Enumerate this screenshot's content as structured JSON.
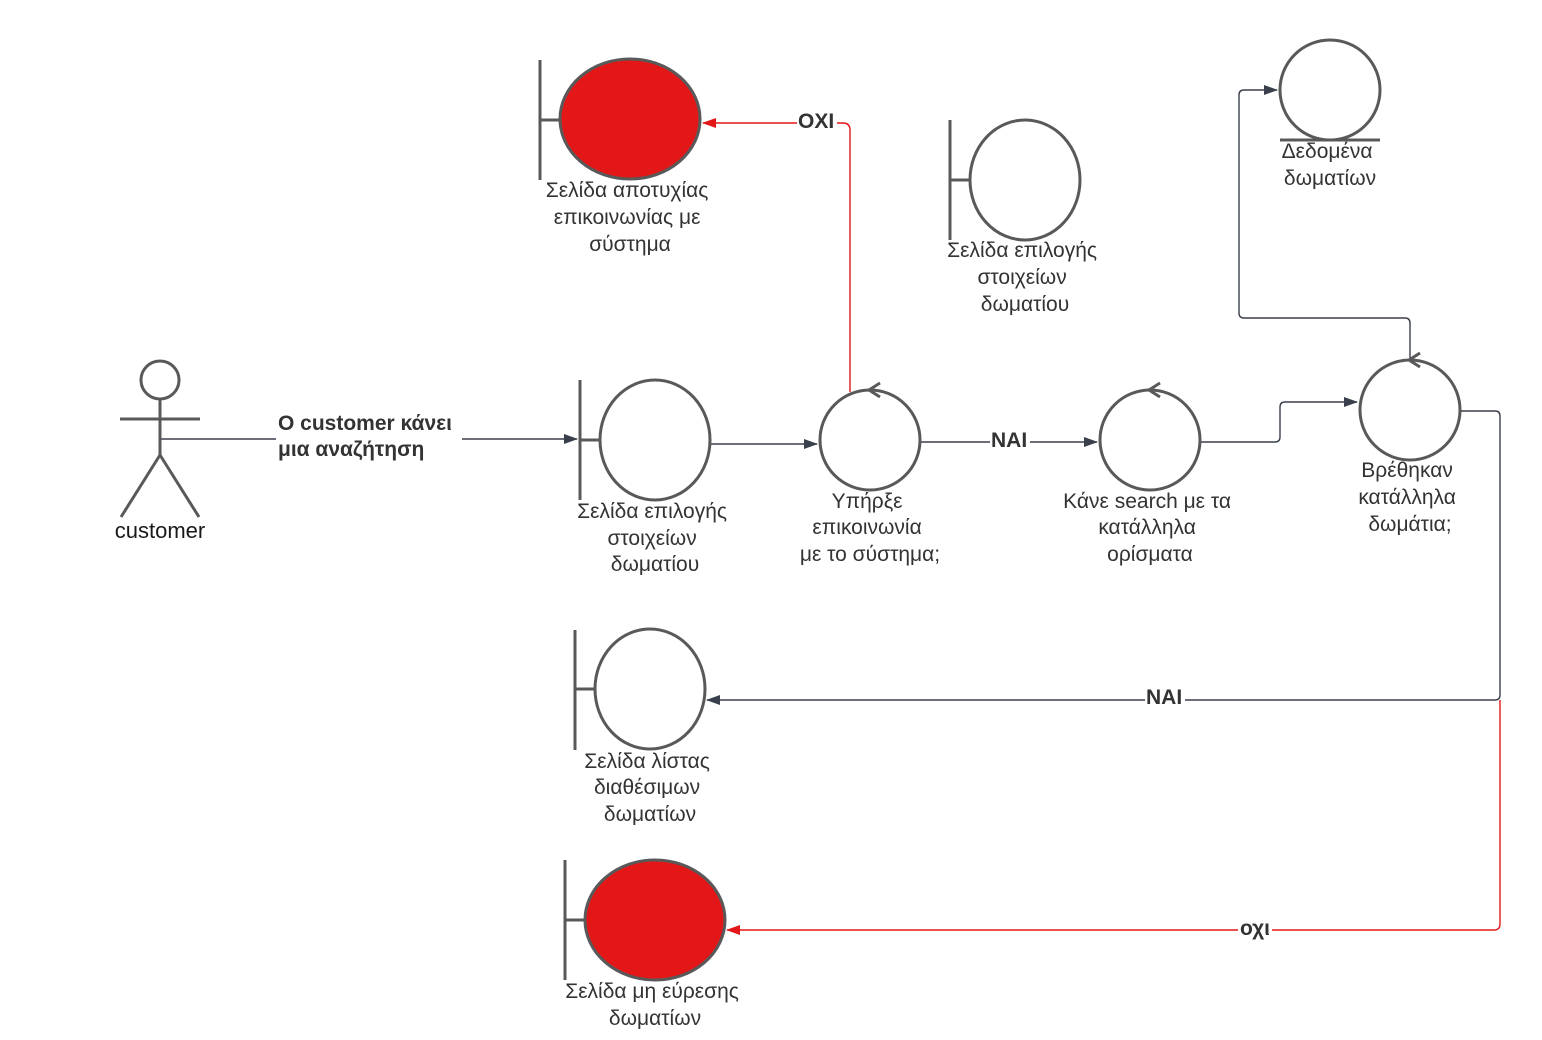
{
  "diagram": {
    "type": "robustness-diagram",
    "actor": {
      "label": "customer"
    },
    "nodes": {
      "failure_comm_page": {
        "kind": "boundary",
        "style": "failure",
        "label_lines": [
          "Σελίδα αποτυχίας",
          "επικοινωνίας με",
          "σύστημα"
        ]
      },
      "room_details_page_top": {
        "kind": "boundary",
        "style": "normal",
        "label_lines": [
          "Σελίδα επιλογής",
          "στοιχείων",
          "δωματίου"
        ]
      },
      "room_data": {
        "kind": "entity",
        "style": "normal",
        "label_lines": [
          "Δεδομένα",
          "δωματίων"
        ]
      },
      "room_details_page": {
        "kind": "boundary",
        "style": "normal",
        "label_lines": [
          "Σελίδα επιλογής",
          "στοιχείων",
          "δωματίου"
        ]
      },
      "comm_check": {
        "kind": "control",
        "style": "normal",
        "label_lines": [
          "Υπήρξε",
          "επικοινωνία",
          "με το σύστημα;"
        ]
      },
      "search": {
        "kind": "control",
        "style": "normal",
        "label_lines": [
          "Κάνε search με τα",
          "κατάλληλα",
          "ορίσματα"
        ]
      },
      "rooms_found": {
        "kind": "control",
        "style": "normal",
        "label_lines": [
          "Βρέθηκαν",
          "κατάλληλα",
          "δωμάτια;"
        ]
      },
      "available_rooms_page": {
        "kind": "boundary",
        "style": "normal",
        "label_lines": [
          "Σελίδα λίστας",
          "διαθέσιμων",
          "δωματίων"
        ]
      },
      "not_found_page": {
        "kind": "boundary",
        "style": "failure",
        "label_lines": [
          "Σελίδα μη εύρεσης",
          "δωματίων"
        ]
      }
    },
    "edges": {
      "actor_to_page": {
        "from": "customer",
        "to": "room_details_page",
        "label_lines": [
          "Ο customer κάνει",
          "μια αναζήτηση"
        ]
      },
      "page_to_check": {
        "from": "room_details_page",
        "to": "comm_check",
        "label": ""
      },
      "check_no": {
        "from": "comm_check",
        "to": "failure_comm_page",
        "label": "ΟΧΙ"
      },
      "check_yes": {
        "from": "comm_check",
        "to": "search",
        "label": "ΝΑΙ"
      },
      "search_to_found": {
        "from": "search",
        "to": "rooms_found",
        "label": ""
      },
      "found_to_data": {
        "from": "rooms_found",
        "to": "room_data",
        "label": ""
      },
      "found_yes": {
        "from": "rooms_found",
        "to": "available_rooms_page",
        "label": "ΝΑΙ"
      },
      "found_no": {
        "from": "rooms_found",
        "to": "not_found_page",
        "label": "οχι"
      }
    },
    "colors": {
      "failure_fill": "#e31717",
      "shape_stroke": "#595959",
      "edge": "#3a3f4c",
      "failure_edge": "#e31717"
    }
  }
}
